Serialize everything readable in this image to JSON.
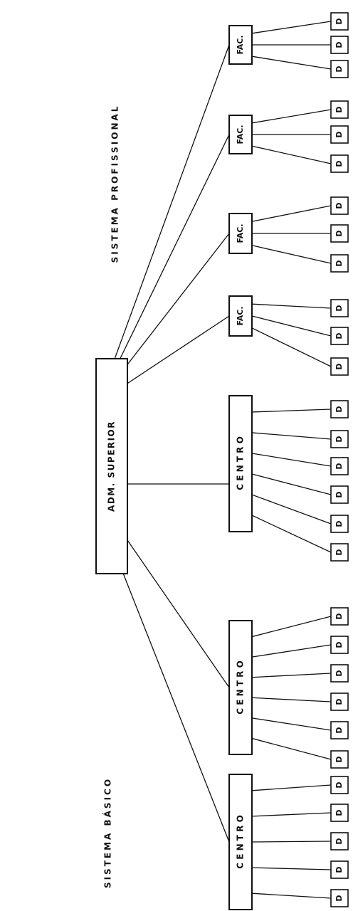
{
  "labels": {
    "professional": "SISTEMA PROFISSIONAL",
    "basic": "SISTEMA BÁSICO"
  },
  "root": {
    "label": "ADM. SUPERIOR"
  },
  "children": [
    {
      "label": "FAC.",
      "leaf_label": "D",
      "leaf_count": 3
    },
    {
      "label": "FAC.",
      "leaf_label": "D",
      "leaf_count": 3
    },
    {
      "label": "FAC.",
      "leaf_label": "D",
      "leaf_count": 3
    },
    {
      "label": "FAC.",
      "leaf_label": "D",
      "leaf_count": 3
    },
    {
      "label": "C E N T R O",
      "leaf_label": "D",
      "leaf_count": 6
    },
    {
      "label": "C E N T R O",
      "leaf_label": "D",
      "leaf_count": 6
    },
    {
      "label": "C E N T R O",
      "leaf_label": "D",
      "leaf_count": 5
    }
  ]
}
